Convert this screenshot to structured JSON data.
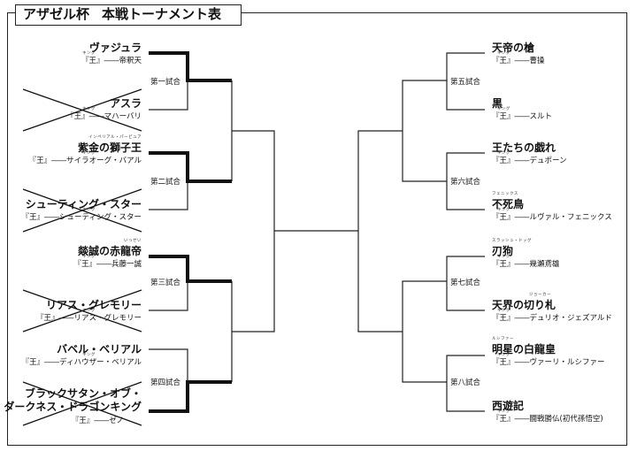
{
  "title": {
    "main": "アザゼル杯",
    "sub": "本戦トーナメント表"
  },
  "king_ruby": "キング",
  "teams": [
    {
      "id": "l1",
      "side": "left",
      "name": "ヴァジュラ",
      "line2": "『王』――帝釈天",
      "ruby": "",
      "eliminated": false,
      "winner": true
    },
    {
      "id": "l2",
      "side": "left",
      "name": "アスラ",
      "line2": "『王』――マハーバリ",
      "ruby": "",
      "eliminated": true,
      "winner": false
    },
    {
      "id": "l3",
      "side": "left",
      "name": "紫金の獅子王",
      "line2": "『王』――サイラオーグ・バアル",
      "ruby": "インペリアル・パーピュア",
      "eliminated": false,
      "winner": true
    },
    {
      "id": "l4",
      "side": "left",
      "name": "シューティング・スター",
      "line2": "『王』――シューティング・スター",
      "ruby": "",
      "eliminated": true,
      "winner": false
    },
    {
      "id": "l5",
      "side": "left",
      "name": "燚誠の赤龍帝",
      "line2": "『王』――兵藤一誠",
      "ruby": "いっせい",
      "eliminated": false,
      "winner": true
    },
    {
      "id": "l6",
      "side": "left",
      "name": "リアス・グレモリー",
      "line2": "『王』――リアス・グレモリー",
      "ruby": "",
      "eliminated": true,
      "winner": false
    },
    {
      "id": "l7",
      "side": "left",
      "name": "バベル・ベリアル",
      "line2": "『王』――ディハウザー・ベリアル",
      "ruby": "",
      "eliminated": false,
      "winner": false
    },
    {
      "id": "l8",
      "side": "left",
      "name": "ブラックサタン・オブ・ダークネス・ドラゴンキング",
      "line2": "『王』――ゼノ",
      "ruby": "",
      "eliminated": true,
      "winner": true,
      "two_line": true,
      "name_a": "ブラックサタン・オブ・",
      "name_b": "ダークネス・ドラゴンキング"
    },
    {
      "id": "r1",
      "side": "right",
      "name": "天帝の槍",
      "line2": "『王』――曹操",
      "ruby": ""
    },
    {
      "id": "r2",
      "side": "right",
      "name": "黒",
      "line2": "『王』――スルト",
      "ruby": ""
    },
    {
      "id": "r3",
      "side": "right",
      "name": "王たちの戯れ",
      "line2": "『王』――デュポーン",
      "ruby": ""
    },
    {
      "id": "r4",
      "side": "right",
      "name": "不死鳥",
      "line2": "『王』――ルヴァル・フェニックス",
      "ruby": "フェニックス"
    },
    {
      "id": "r5",
      "side": "right",
      "name": "刃狗",
      "line2": "『王』――幾瀬鳶雄",
      "ruby": "スラッシュ・ドッグ"
    },
    {
      "id": "r6",
      "side": "right",
      "name": "天界の切り札",
      "line2": "『王』――デュリオ・ジェズアルド",
      "ruby": "ジョーカー"
    },
    {
      "id": "r7",
      "side": "right",
      "name": "明星の白龍皇",
      "line2": "『王』――ヴァーリ・ルシファー",
      "ruby": "ルシファー"
    },
    {
      "id": "r8",
      "side": "right",
      "name": "西遊記",
      "line2": "『王』――闘戦勝仏(初代孫悟空)",
      "ruby": ""
    }
  ],
  "matches": {
    "m1": "第一試合",
    "m2": "第二試合",
    "m3": "第三試合",
    "m4": "第四試合",
    "m5": "第五試合",
    "m6": "第六試合",
    "m7": "第七試合",
    "m8": "第八試合"
  }
}
